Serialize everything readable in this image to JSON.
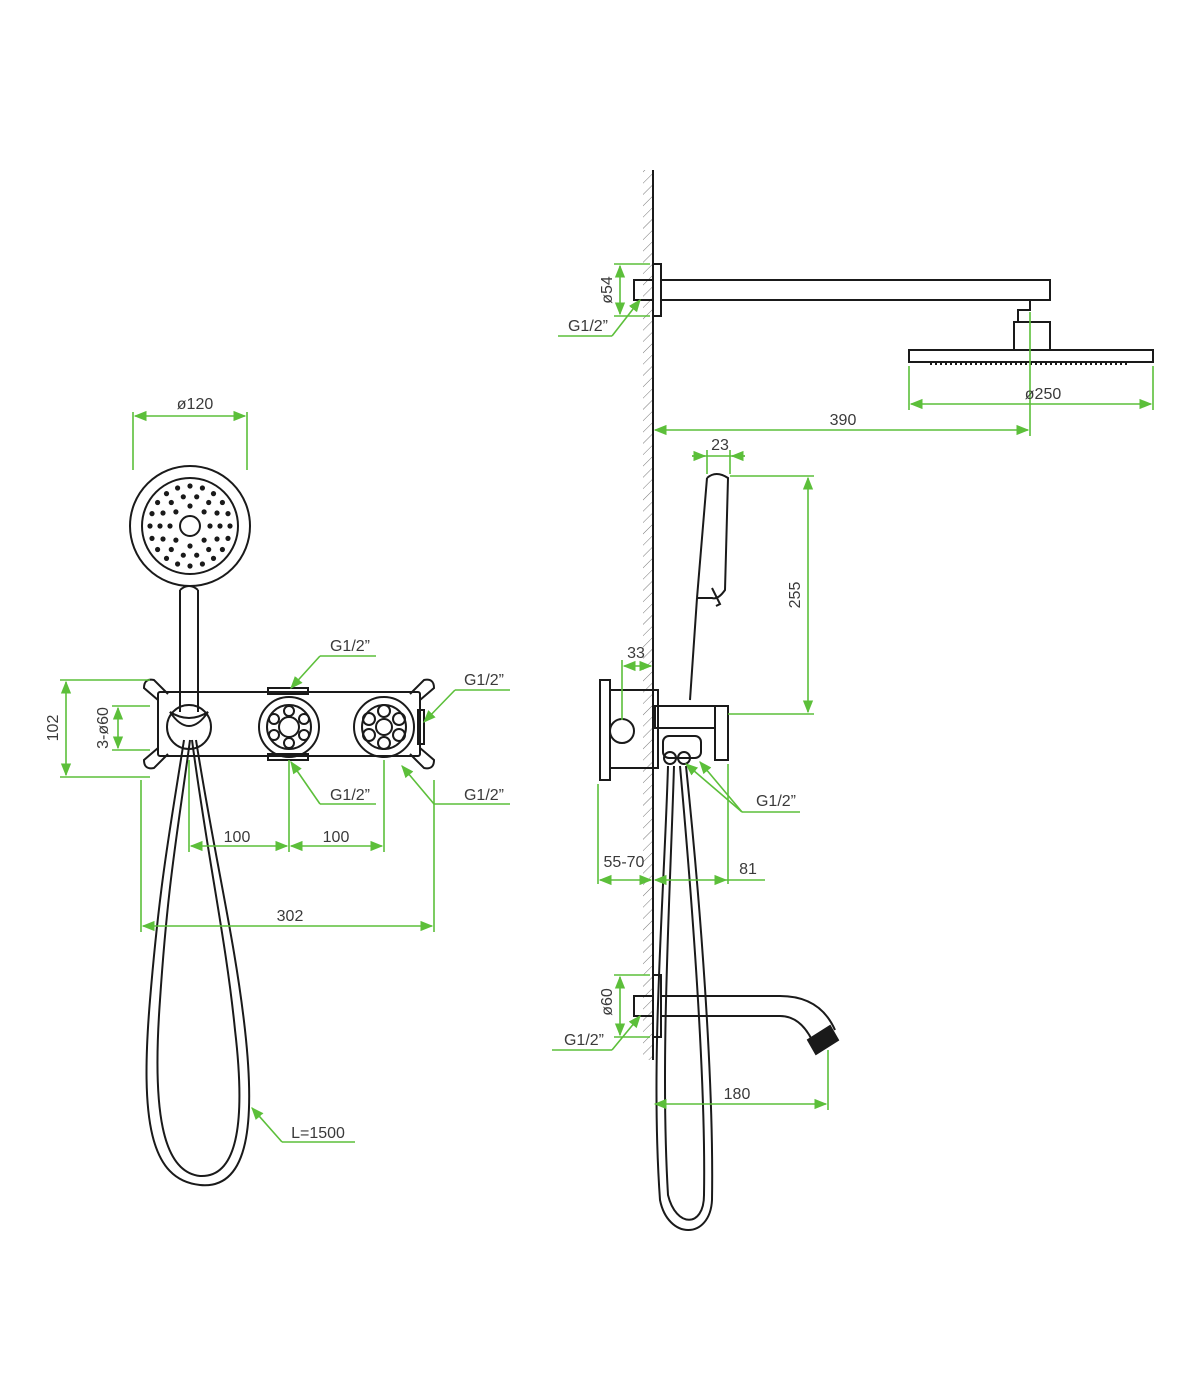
{
  "colors": {
    "dimension": "#5cbf3a",
    "line": "#1a1a1a",
    "text": "#3a3a3a",
    "hatch": "#555555"
  },
  "front_view": {
    "handshower_diameter": "ø120",
    "mount_height": "102",
    "valve_diameter": "3-ø60",
    "top_inlet": "G1/2”",
    "right_top_inlet": "G1/2”",
    "bottom_inlet": "G1/2”",
    "right_bottom_inlet": "G1/2”",
    "spacing_left": "100",
    "spacing_right": "100",
    "overall_width": "302",
    "hose_length": "L=1500"
  },
  "side_view": {
    "arm_flange_diameter": "ø54",
    "arm_thread": "G1/2”",
    "showerhead_diameter": "ø250",
    "arm_length": "390",
    "handshower_depth": "23",
    "handshower_height": "255",
    "body_offset": "33",
    "outlet_thread": "G1/2”",
    "install_depth": "55-70",
    "handle_projection": "81",
    "spout_flange_diameter": "ø60",
    "spout_thread": "G1/2”",
    "spout_length": "180"
  }
}
